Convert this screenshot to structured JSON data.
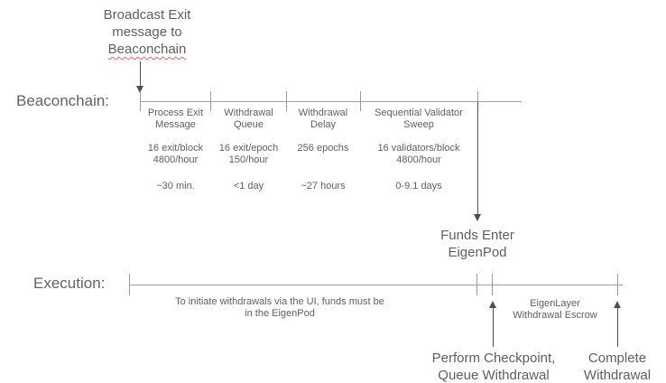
{
  "colors": {
    "text": "#5f5f5f",
    "label": "#636363",
    "timeline": "#a0a0a0",
    "arrow": "#4f4f4f",
    "spellcheck_squiggle": "#e06666",
    "background": "#ffffff"
  },
  "top_annotation": {
    "lines": [
      "Broadcast Exit",
      "message to"
    ],
    "underlined_word": "Beaconchain"
  },
  "beaconchain": {
    "label": "Beaconchain:",
    "segments": [
      {
        "title": "Process Exit Message",
        "rate": "16 exit/block 4800/hour",
        "duration": "~30 min."
      },
      {
        "title": "Withdrawal Queue",
        "rate": "16 exit/epoch 150/hour",
        "duration": "<1 day"
      },
      {
        "title": "Withdrawal Delay",
        "rate": "256 epochs",
        "duration": "~27 hours"
      },
      {
        "title": "Sequential Validator Sweep",
        "rate": "16 validators/block 4800/hour",
        "duration": "0-9.1 days"
      }
    ]
  },
  "funds_enter": {
    "lines": [
      "Funds Enter",
      "EigenPod"
    ]
  },
  "execution": {
    "label": "Execution:",
    "note_lines": [
      "To initiate withdrawals via the UI, funds must be",
      "in the EigenPod"
    ],
    "escrow_lines": [
      "EigenLayer",
      "Withdrawal Escrow"
    ],
    "checkpoint_lines": [
      "Perform Checkpoint,",
      "Queue Withdrawal"
    ],
    "complete_lines": [
      "Complete",
      "Withdrawal"
    ]
  }
}
